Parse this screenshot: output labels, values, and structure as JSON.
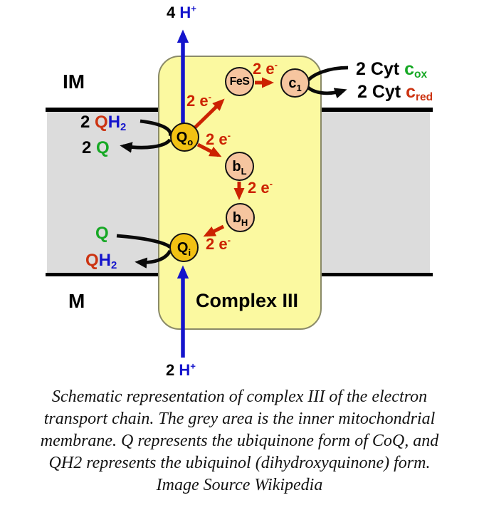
{
  "diagram": {
    "im_label": "IM",
    "m_label": "M",
    "complex_label": "Complex III",
    "proton_top": {
      "count": "4 ",
      "ion": "H",
      "charge": "+"
    },
    "proton_bottom": {
      "count": "2 ",
      "ion": "H",
      "charge": "+"
    },
    "electron": {
      "base": "2 e",
      "sup": "-"
    },
    "centers": {
      "fes": {
        "label": "FeS"
      },
      "c1": {
        "base": "c",
        "sub": "1"
      },
      "bl": {
        "base": "b",
        "sub": "L"
      },
      "bh": {
        "base": "b",
        "sub": "H"
      },
      "qo": {
        "base": "Q",
        "sub": "o"
      },
      "qi": {
        "base": "Q",
        "sub": "i"
      }
    },
    "quinone_top": {
      "in": {
        "count": "2 ",
        "q": "Q",
        "h": "H",
        "sub": "2"
      },
      "out": {
        "count": "2 ",
        "q": "Q"
      }
    },
    "quinone_bottom": {
      "in": {
        "q": "Q"
      },
      "out": {
        "q": "Q",
        "h": "H",
        "sub": "2"
      }
    },
    "cytochrome": {
      "ox": {
        "prefix": "2 Cyt ",
        "c": "c",
        "sub": "ox"
      },
      "red": {
        "prefix": "2 Cyt ",
        "c": "c",
        "sub": "red"
      }
    }
  },
  "colors": {
    "electron_red": "#cc2200",
    "proton_blue": "#1414cc",
    "oxidized_green": "#17a825",
    "reduced_red": "#cc3311",
    "qo_qi_gold": "#f2c213",
    "center_peach": "#f6c59f",
    "complex_fill": "#fbf9a0",
    "complex_border": "#8a8a68",
    "membrane_grey": "#dcdcdc"
  },
  "caption": {
    "lines": [
      "Schematic representation of complex III of the electron",
      "transport chain. The grey area is the inner mitochondrial",
      "membrane. Q represents the ubiquinone form of CoQ, and",
      "QH2 represents the ubiquinol (dihydroxyquinone) form.",
      "Image Source Wikipedia"
    ]
  }
}
